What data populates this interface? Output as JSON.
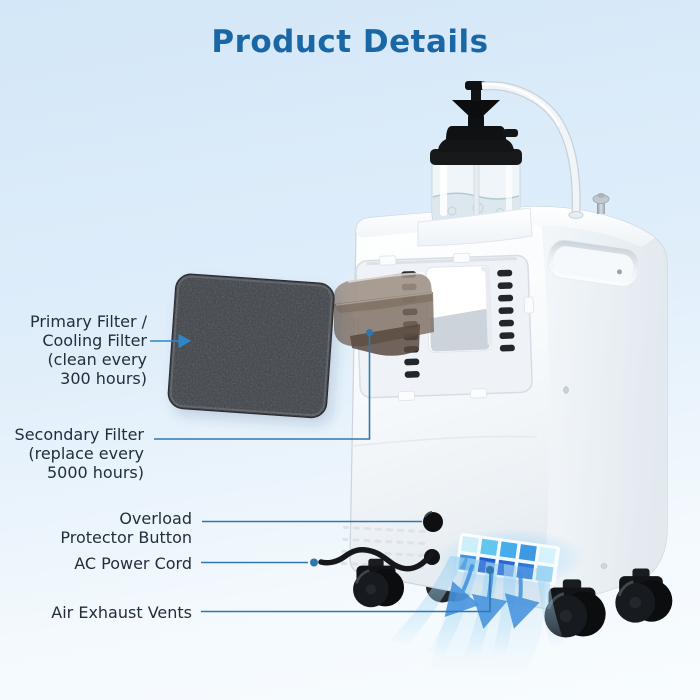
{
  "page": {
    "title": "Product Details"
  },
  "colors": {
    "background_top": "#d3e7f8",
    "background_bottom": "#f3f9fd",
    "title": "#1a67a6",
    "label_text": "#222e3c",
    "leader_line": "#2e78b2",
    "arrow_accent": "#2e86c8",
    "airflow_blue": "#4190dd",
    "vent_glow": "#7cc5f0",
    "foam_filter": "#3d4147",
    "machine_body": "#fbfdfe",
    "cord_black": "#15171a"
  },
  "labels": {
    "primary_filter": {
      "lines": [
        "Primary Filter /",
        "Cooling Filter",
        "(clean every",
        "300 hours)"
      ]
    },
    "secondary_filter": {
      "lines": [
        "Secondary Filter",
        "(replace every",
        "5000 hours)"
      ]
    },
    "overload": {
      "lines": [
        "Overload",
        "Protector Button"
      ]
    },
    "power_cord": {
      "lines": [
        "AC Power Cord"
      ]
    },
    "exhaust_vents": {
      "lines": [
        "Air Exhaust Vents"
      ]
    }
  }
}
